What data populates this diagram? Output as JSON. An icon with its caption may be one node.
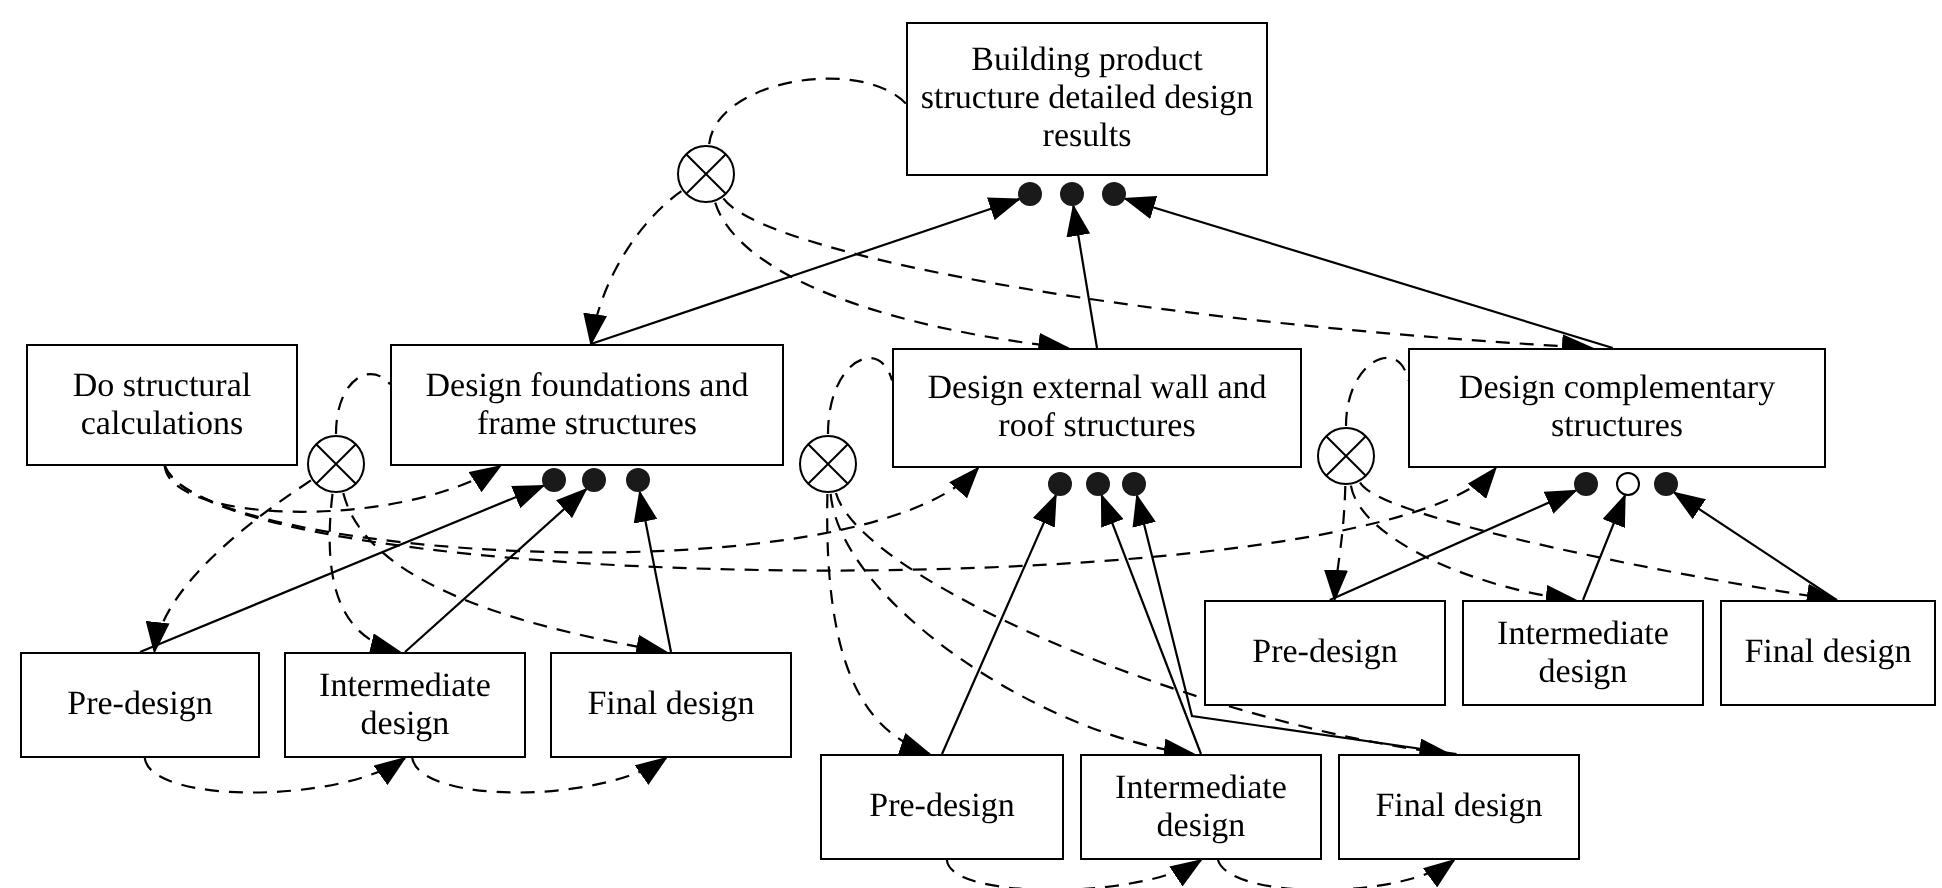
{
  "diagram": {
    "nodes": [
      {
        "text": [
          "Building product structure detailed design results"
        ]
      },
      {
        "text": [],
        "shape": "circle"
      },
      {
        "text": [
          "Do structural calculations"
        ]
      },
      {
        "text": [],
        "shape": "circle"
      },
      {
        "text": [
          "Design foundations and frame structures"
        ]
      },
      {
        "text": [],
        "shape": "circle"
      },
      {
        "text": [
          "Design external wall and roof structures"
        ]
      },
      {
        "text": [],
        "shape": "circle"
      },
      {
        "text": [
          "Design complementary structures"
        ]
      },
      {
        "text": [],
        "shape": "dot"
      },
      {
        "text": [],
        "shape": "dot"
      },
      {
        "text": [],
        "shape": "dot"
      },
      {
        "text": [],
        "shape": "dot"
      },
      {
        "text": [],
        "shape": "dot"
      },
      {
        "text": [],
        "shape": "dot"
      },
      {
        "text": [],
        "shape": "dot"
      },
      {
        "text": [],
        "shape": "dot"
      },
      {
        "text": [],
        "shape": "dot"
      },
      {
        "text": [],
        "shape": "dot"
      },
      {
        "text": [],
        "shape": "ring"
      },
      {
        "text": [],
        "shape": "dot"
      },
      {
        "text": [
          "Pre-design"
        ]
      },
      {
        "text": [
          "Intermediate design"
        ]
      },
      {
        "text": [
          "Final design"
        ]
      },
      {
        "text": [
          "Pre-design"
        ]
      },
      {
        "text": [
          "Intermediate design"
        ]
      },
      {
        "text": [
          "Final design"
        ]
      },
      {
        "text": [
          "Pre-design"
        ]
      },
      {
        "text": [
          "Intermediate design"
        ]
      },
      {
        "text": [
          "Final design"
        ]
      }
    ],
    "edges": [
      {
        "from": 4,
        "to": 9,
        "arrow": "to"
      },
      {
        "from": 6,
        "to": 10,
        "arrow": "to"
      },
      {
        "from": 8,
        "to": 11,
        "arrow": "to"
      },
      {
        "from": 21,
        "to": 12,
        "arrow": "to"
      },
      {
        "from": 22,
        "to": 13,
        "arrow": "to"
      },
      {
        "from": 23,
        "to": 14,
        "arrow": "to"
      },
      {
        "from": 27,
        "to": 15,
        "arrow": "to"
      },
      {
        "from": 28,
        "to": 16,
        "arrow": "to"
      },
      {
        "from": 29,
        "to": 17,
        "arrow": "to"
      },
      {
        "from": 24,
        "to": 18,
        "arrow": "to"
      },
      {
        "from": 25,
        "to": 19,
        "arrow": "to"
      },
      {
        "from": 26,
        "to": 20,
        "arrow": "to"
      },
      {
        "from": 1,
        "to": 0,
        "arrow": "none",
        "style": "dashed"
      },
      {
        "from": 1,
        "to": 4,
        "arrow": "to",
        "style": "dashed"
      },
      {
        "from": 1,
        "to": 6,
        "arrow": "to",
        "style": "dashed"
      },
      {
        "from": 1,
        "to": 8,
        "arrow": "to",
        "style": "dashed"
      },
      {
        "from": 3,
        "to": 4,
        "arrow": "none",
        "style": "dashed"
      },
      {
        "from": 5,
        "to": 6,
        "arrow": "none",
        "style": "dashed"
      },
      {
        "from": 7,
        "to": 8,
        "arrow": "none",
        "style": "dashed"
      },
      {
        "from": 2,
        "to": 4,
        "arrow": "to",
        "style": "dashed"
      },
      {
        "from": 2,
        "to": 6,
        "arrow": "to",
        "style": "dashed"
      },
      {
        "from": 2,
        "to": 8,
        "arrow": "to",
        "style": "dashed"
      },
      {
        "from": 3,
        "to": 21,
        "arrow": "to",
        "style": "dashed"
      },
      {
        "from": 3,
        "to": 22,
        "arrow": "to",
        "style": "dashed"
      },
      {
        "from": 3,
        "to": 23,
        "arrow": "to",
        "style": "dashed"
      },
      {
        "from": 5,
        "to": 27,
        "arrow": "to",
        "style": "dashed"
      },
      {
        "from": 5,
        "to": 28,
        "arrow": "to",
        "style": "dashed"
      },
      {
        "from": 5,
        "to": 29,
        "arrow": "to",
        "style": "dashed"
      },
      {
        "from": 7,
        "to": 24,
        "arrow": "to",
        "style": "dashed"
      },
      {
        "from": 7,
        "to": 25,
        "arrow": "to",
        "style": "dashed"
      },
      {
        "from": 7,
        "to": 26,
        "arrow": "to",
        "style": "dashed"
      },
      {
        "from": 21,
        "to": 22,
        "arrow": "to",
        "style": "dashed"
      },
      {
        "from": 22,
        "to": 23,
        "arrow": "to",
        "style": "dashed"
      },
      {
        "from": 27,
        "to": 28,
        "arrow": "to",
        "style": "dashed"
      },
      {
        "from": 28,
        "to": 29,
        "arrow": "to",
        "style": "dashed"
      }
    ]
  }
}
